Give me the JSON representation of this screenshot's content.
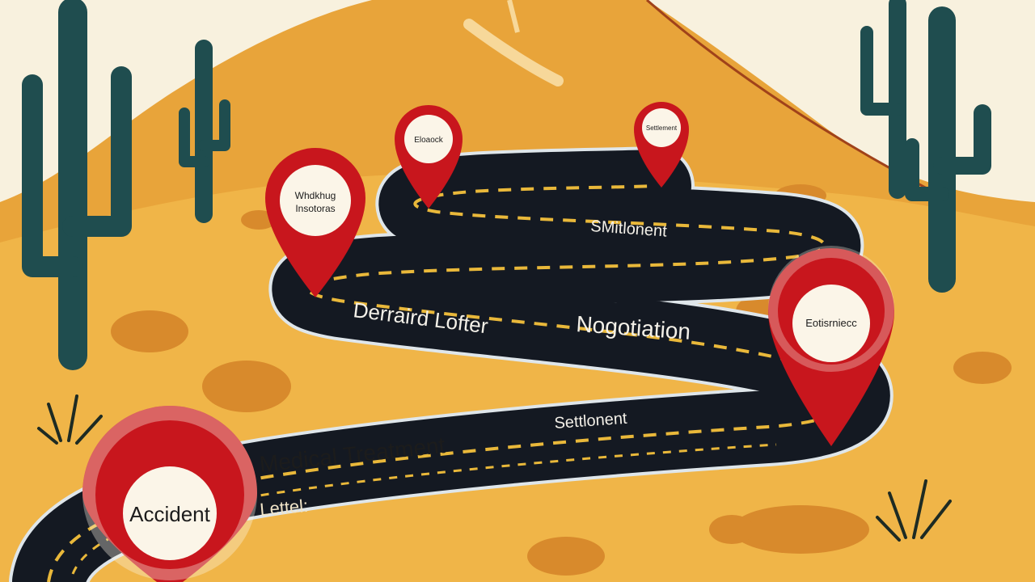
{
  "scene": {
    "colors": {
      "sky": "#f8f1de",
      "mountain": "#e8a43a",
      "ground": "#f0b548",
      "road": "#141922",
      "road_edge": "#dfe6ea",
      "dash": "#e9b83a",
      "pin": "#c8161d",
      "pin_face": "#fbf5e8",
      "cactus": "#1f4d4f",
      "rock": "#d88a2c"
    },
    "road_labels": {
      "medical_treatment": "Medical Treatment",
      "letter": "Lettel:",
      "demand_letter": "Derraird Lofter",
      "negotiation": "Nogotiation",
      "settlement_mid": "Settlonent",
      "settlement_top": "SMitlonent"
    },
    "pins": {
      "accident": [
        "Accident"
      ],
      "left": [
        "Whdkhug",
        "Insotoras"
      ],
      "top_left": [
        "Eloaock"
      ],
      "top_right": [
        "Settlement"
      ],
      "right": [
        "Eotisrniecc"
      ]
    }
  }
}
